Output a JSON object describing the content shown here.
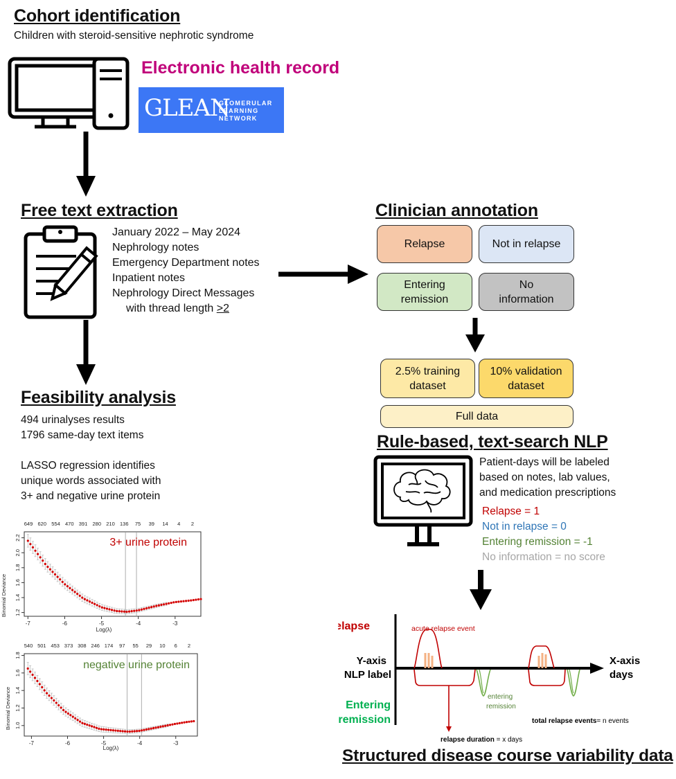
{
  "cohort": {
    "title": "Cohort identification",
    "subtitle": "Children with steroid-sensitive nephrotic syndrome",
    "ehr_label": "Electronic health record",
    "logo_word": "GLEAN",
    "logo_lines": [
      "GLOMERULAR",
      "LEARNING",
      "NETWORK"
    ]
  },
  "extraction": {
    "title": "Free text extraction",
    "lines": [
      "January 2022 – May 2024",
      "Nephrology notes",
      "Emergency Department notes",
      "Inpatient notes",
      "Nephrology Direct Messages"
    ],
    "thread_prefix": "with thread length ",
    "thread_value": ">2"
  },
  "feasibility": {
    "title": "Feasibility analysis",
    "counts": [
      "494 urinalyses results",
      "1796 same-day text items"
    ],
    "lasso": [
      "LASSO regression identifies",
      "unique words associated with",
      "3+ and negative urine protein"
    ]
  },
  "annotation": {
    "title": "Clinician annotation",
    "boxes": [
      {
        "label": "Relapse",
        "color": "#f6c8a8"
      },
      {
        "label": "Not in relapse",
        "color": "#dce6f5"
      },
      {
        "label": "Entering\nremission",
        "color": "#d2e8c5"
      },
      {
        "label": "No\ninformation",
        "color": "#c2c2c2"
      }
    ],
    "datasets": [
      {
        "label": "2.5% training\ndataset",
        "color": "#fde9a6"
      },
      {
        "label": "10% validation\ndataset",
        "color": "#fcd96b"
      },
      {
        "label": "Full data",
        "color": "#fdf0c7"
      }
    ]
  },
  "nlp": {
    "title": "Rule-based, text-search NLP",
    "description": [
      "Patient-days will be labeled",
      "based on notes, lab values,",
      "and medication prescriptions"
    ],
    "scores": [
      {
        "text": "Relapse = 1",
        "color": "#c00000"
      },
      {
        "text": "Not in relapse = 0",
        "color": "#2e75b6"
      },
      {
        "text": "Entering remission = -1",
        "color": "#548235"
      },
      {
        "text": "No information = no score",
        "color": "#a6a6a6"
      }
    ]
  },
  "course": {
    "relapse_label": "Relapse",
    "yaxis_label": [
      "Y-axis",
      "NLP label"
    ],
    "xaxis_label": [
      "X-axis",
      "days"
    ],
    "remission_label": [
      "Entering",
      "remission"
    ],
    "acute_event": "acute relapse event",
    "entering_remission": [
      "entering",
      "remission"
    ],
    "total_events_bold": "total relapse events",
    "total_events_rest": "= n events",
    "duration_bold": "relapse duration",
    "duration_rest": " = x days",
    "bottom_title": "Structured disease course variability data"
  },
  "chart_data": [
    {
      "type": "line",
      "title": "3+ urine protein",
      "xlabel": "Log(λ)",
      "ylabel": "Binomial Deviance",
      "top_ticks": [
        "649",
        "620",
        "554",
        "470",
        "391",
        "280",
        "210",
        "136",
        "75",
        "39",
        "14",
        "4",
        "2"
      ],
      "x_ticks": [
        -7,
        -6,
        -5,
        -4,
        -3
      ],
      "y_ticks": [
        1.2,
        1.4,
        1.6,
        1.8,
        2.0,
        2.2
      ],
      "xlim": [
        -7.1,
        -2.3
      ],
      "ylim": [
        1.15,
        2.28
      ],
      "vlines": [
        -4.35,
        -4.05
      ],
      "x": [
        -7.0,
        -6.5,
        -6.0,
        -5.5,
        -5.0,
        -4.6,
        -4.3,
        -4.0,
        -3.5,
        -3.0,
        -2.6,
        -2.3
      ],
      "y": [
        2.16,
        1.83,
        1.58,
        1.39,
        1.27,
        1.22,
        1.21,
        1.23,
        1.29,
        1.34,
        1.36,
        1.38
      ],
      "color": "#d40000"
    },
    {
      "type": "line",
      "title": "negative urine protein",
      "xlabel": "Log(λ)",
      "ylabel": "Binomial Deviance",
      "top_ticks": [
        "540",
        "501",
        "453",
        "373",
        "308",
        "246",
        "174",
        "97",
        "55",
        "29",
        "10",
        "6",
        "2"
      ],
      "x_ticks": [
        -7,
        -6,
        -5,
        -4,
        -3
      ],
      "y_ticks": [
        1.0,
        1.2,
        1.4,
        1.6,
        1.8
      ],
      "xlim": [
        -7.2,
        -2.4
      ],
      "ylim": [
        0.88,
        1.82
      ],
      "vlines": [
        -4.35,
        -3.95
      ],
      "x": [
        -7.1,
        -6.6,
        -6.1,
        -5.6,
        -5.1,
        -4.6,
        -4.3,
        -4.0,
        -3.5,
        -3.0,
        -2.7,
        -2.5
      ],
      "y": [
        1.65,
        1.38,
        1.17,
        1.03,
        0.96,
        0.94,
        0.93,
        0.94,
        0.98,
        1.02,
        1.04,
        1.05
      ],
      "color": "#d40000"
    }
  ]
}
